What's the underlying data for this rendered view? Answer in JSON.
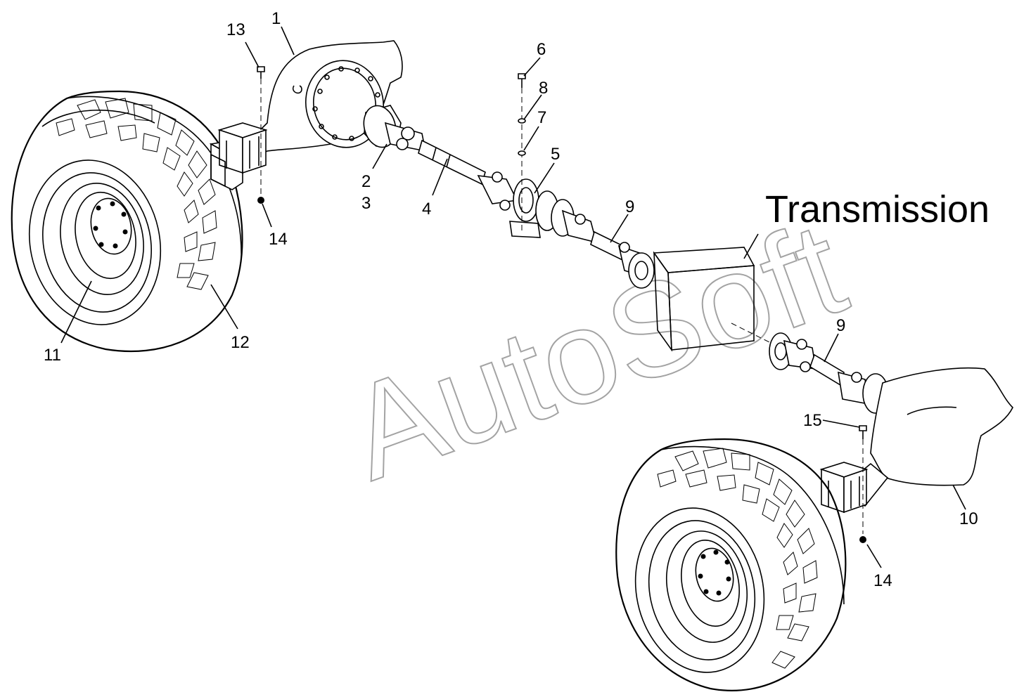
{
  "diagram": {
    "title": "Transmission",
    "watermark": "AutoSoft",
    "callouts": [
      {
        "id": "c1",
        "text": "1"
      },
      {
        "id": "c2",
        "text": "2"
      },
      {
        "id": "c3",
        "text": "3"
      },
      {
        "id": "c4",
        "text": "4"
      },
      {
        "id": "c5",
        "text": "5"
      },
      {
        "id": "c6",
        "text": "6"
      },
      {
        "id": "c7",
        "text": "7"
      },
      {
        "id": "c8",
        "text": "8"
      },
      {
        "id": "c9a",
        "text": "9"
      },
      {
        "id": "c9b",
        "text": "9"
      },
      {
        "id": "c10",
        "text": "10"
      },
      {
        "id": "c11",
        "text": "11"
      },
      {
        "id": "c12",
        "text": "12"
      },
      {
        "id": "c13",
        "text": "13"
      },
      {
        "id": "c14a",
        "text": "14"
      },
      {
        "id": "c14b",
        "text": "14"
      },
      {
        "id": "c15",
        "text": "15"
      }
    ]
  }
}
